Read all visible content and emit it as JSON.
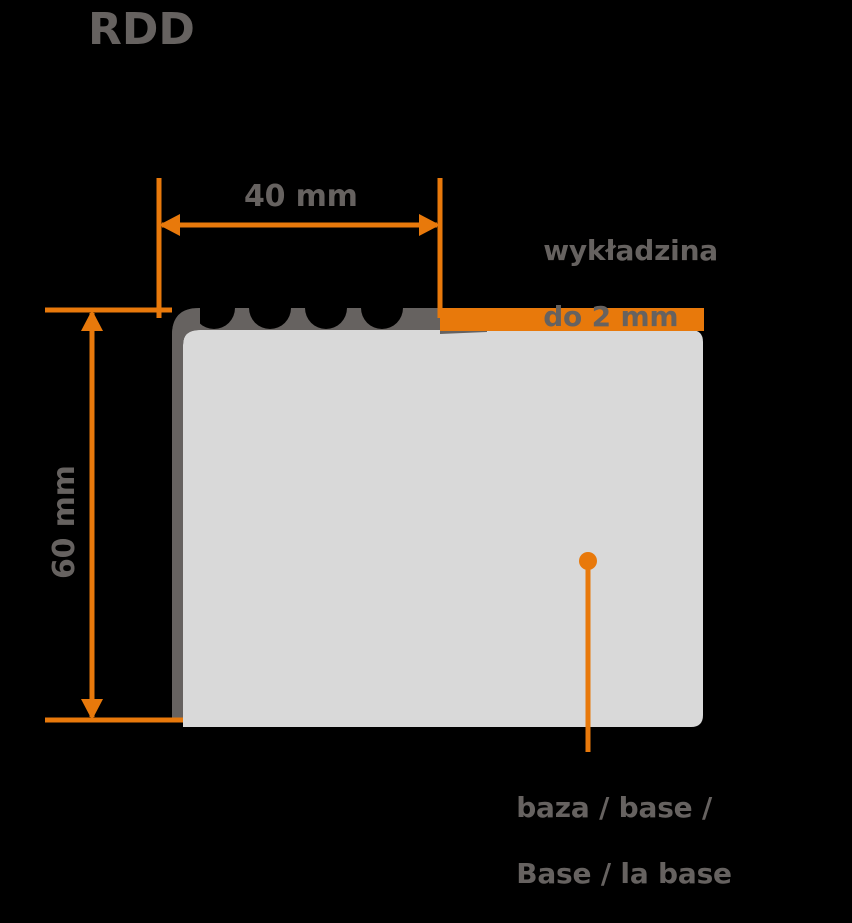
{
  "diagram": {
    "title": "RDD",
    "labels": {
      "width": "40 mm",
      "height": "60 mm",
      "covering_line1": "wykładzina",
      "covering_line2": "do 2 mm",
      "base_line1": "baza / base /",
      "base_line2": "Base / la base"
    },
    "dimensions": {
      "width_mm": 40,
      "height_mm": 60,
      "covering_thickness_mm": 2
    },
    "colors": {
      "background": "#000000",
      "accent_orange": "#e8790b",
      "dark_gray": "#666260",
      "light_gray": "#d9d9d9",
      "text_gray": "#666260"
    },
    "notch_count": 4,
    "product_type": "stair nosing profile"
  }
}
